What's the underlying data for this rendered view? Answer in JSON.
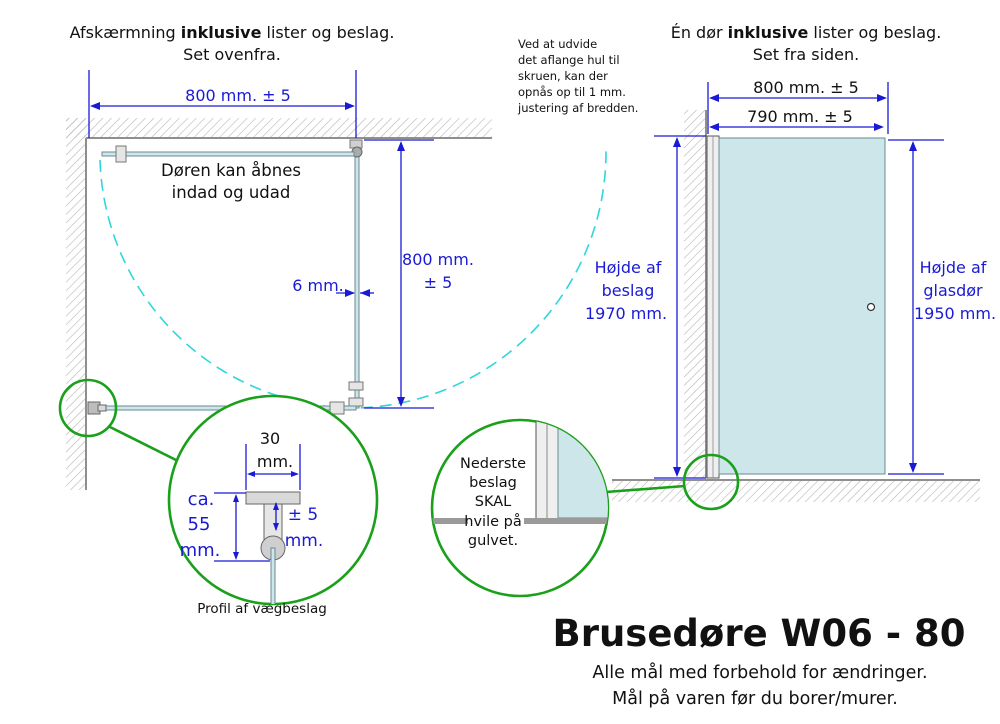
{
  "left_heading": {
    "line1_pre": "Afskærmning ",
    "line1_bold": "inklusive",
    "line1_post": " lister og beslag.",
    "line2": "Set ovenfra."
  },
  "right_heading": {
    "line1_pre": "Én dør ",
    "line1_bold": "inklusive",
    "line1_post": " lister og beslag.",
    "line2": "Set fra siden."
  },
  "note_lines": [
    "Ved at udvide",
    "det aflange hul til",
    "skruen, kan der",
    "opnås op til 1 mm.",
    "justering af bredden."
  ],
  "top_view": {
    "width_dim": "800 mm. ± 5",
    "door_text_lines": [
      "Døren kan åbnes",
      "indad og udad"
    ],
    "depth_dim_lines": [
      "800 mm.",
      "± 5"
    ],
    "glass_dim": "6 mm."
  },
  "profile_detail": {
    "width_lines": [
      "30",
      "mm."
    ],
    "height_lines": [
      "ca.",
      "55",
      "mm."
    ],
    "tolerance_lines": [
      "± 5",
      "mm."
    ],
    "caption": "Profil af vægbeslag"
  },
  "side_view": {
    "outer_width_dim": "800 mm.  ± 5",
    "inner_width_dim": "790 mm.  ± 5",
    "fitting_height_lines": [
      "Højde af",
      "beslag",
      "1970 mm."
    ],
    "glass_height_lines": [
      "Højde af",
      "glasdør",
      "1950 mm."
    ]
  },
  "floor_detail": {
    "text_lines": [
      "Nederste",
      "beslag",
      "SKAL",
      "hvile på",
      "gulvet."
    ]
  },
  "footer": {
    "title": "Brusedøre W06 - 80",
    "line1": "Alle mål med forbehold for ændringer.",
    "line2": "Mål på varen før du borer/murer."
  },
  "colors": {
    "dimension_blue": "#1a1ad6",
    "swing_cyan": "#2fd6dc",
    "detail_green": "#1aa01a",
    "glass_tint": "#cde6ea"
  }
}
